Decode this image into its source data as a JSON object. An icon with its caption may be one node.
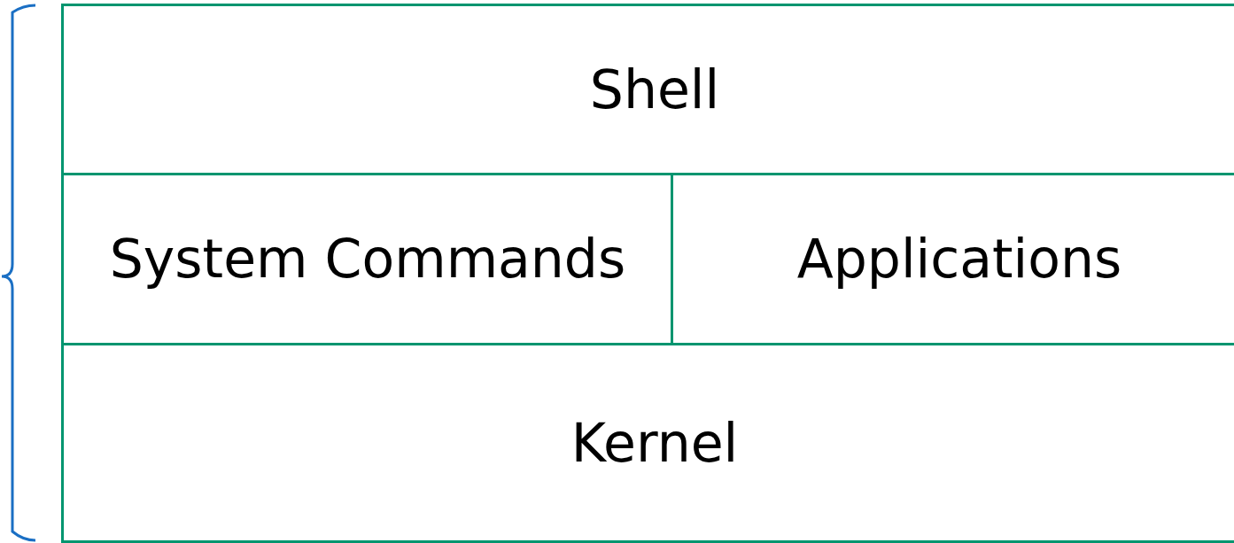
{
  "diagram": {
    "nodes": [
      {
        "text": [
          "Shell"
        ]
      },
      {
        "text": [
          "System Commands"
        ]
      },
      {
        "text": [
          "Applications"
        ]
      },
      {
        "text": [
          "Kernel"
        ]
      }
    ]
  }
}
